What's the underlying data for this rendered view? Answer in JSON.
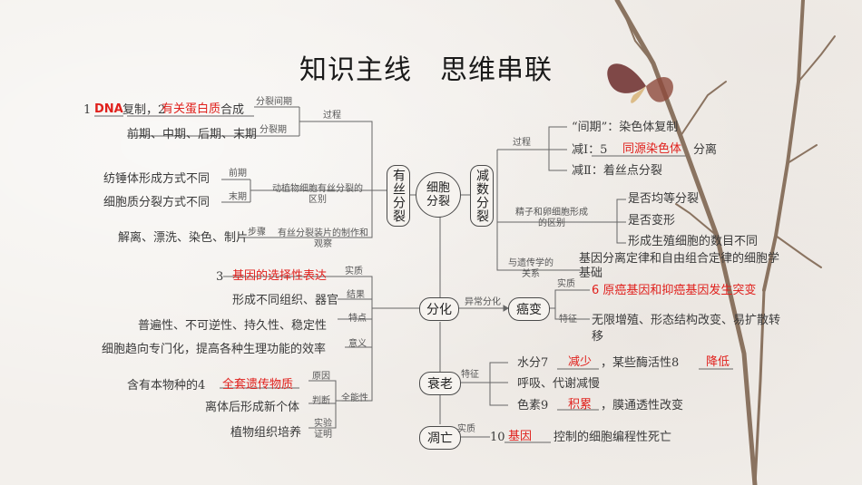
{
  "title": "知识主线　思维串联",
  "nodes": {
    "center": "细胞\n分裂",
    "mitosis": "有丝分裂",
    "meiosis": "减数分裂",
    "diff": "分化",
    "cancer": "癌变",
    "aging": "衰老",
    "death": "凋亡"
  },
  "mitosis": {
    "row1_prefix": "1",
    "row1_mid": "复制，2",
    "row1_suffix": "合成",
    "row2": "前期、中期、后期、末期",
    "interphase": "分裂间期",
    "mphase": "分裂期",
    "process": "过程",
    "spindle": "纺锤体形成方式不同",
    "cytoplasm": "细胞质分裂方式不同",
    "prophase": "前期",
    "telophase": "末期",
    "diff_label": "动植物细胞有丝分裂的区别",
    "prep": "解离、漂洗、染色、制片",
    "steps": "步骤",
    "prep_label": "有丝分裂装片的制作和观察"
  },
  "meiosis": {
    "process": "过程",
    "interphase": "“间期”：染色体复制",
    "m1_prefix": "减Ⅰ：5",
    "m1_suffix": "分离",
    "m2": "减Ⅱ：着丝点分裂",
    "gamete": "精子和卵细胞形成的区别",
    "q1": "是否均等分裂",
    "q2": "是否变形",
    "q3": "形成生殖细胞的数目不同",
    "genetics_label": "与遗传学的关系",
    "genetics_text": "基因分离定律和自由组合定律的细胞学基础"
  },
  "differentiation": {
    "r3_prefix": "3",
    "essence": "实质",
    "r_result": "形成不同组织、器官",
    "result": "结果",
    "r_feature": "普遍性、不可逆性、持久性、稳定性",
    "feature": "特点",
    "r_meaning": "细胞趋向专门化，提高各种生理功能的效率",
    "meaning": "意义",
    "abnormal": "异常分化",
    "r4_prefix": "含有本物种的4",
    "cause": "原因",
    "r_judge": "离体后形成新个体",
    "judge": "判断",
    "totipotency": "全能性",
    "r_proof": "植物组织培养",
    "proof": "实验证明"
  },
  "cancer": {
    "essence": "实质",
    "feature": "特征",
    "features": "无限增殖、形态结构改变、易扩散转移"
  },
  "aging": {
    "feature": "特征",
    "water_prefix": "水分7",
    "enzyme_prefix": "，某些酶活性8",
    "resp": "呼吸、代谢减慢",
    "pigment_prefix": "色素9",
    "membrane": "，膜通透性改变"
  },
  "death": {
    "essence": "实质",
    "prefix": "10",
    "suffix": "控制的细胞编程性死亡"
  },
  "answers": {
    "a1": "DNA",
    "a2": "有关蛋白质",
    "a3": "基因的选择性表达",
    "a4": "全套遗传物质",
    "a5": "同源染色体",
    "a6": "6 原癌基因和抑癌基因发生突变",
    "a7": "减少",
    "a8": "降低",
    "a9": "积累",
    "a10": "基因"
  }
}
